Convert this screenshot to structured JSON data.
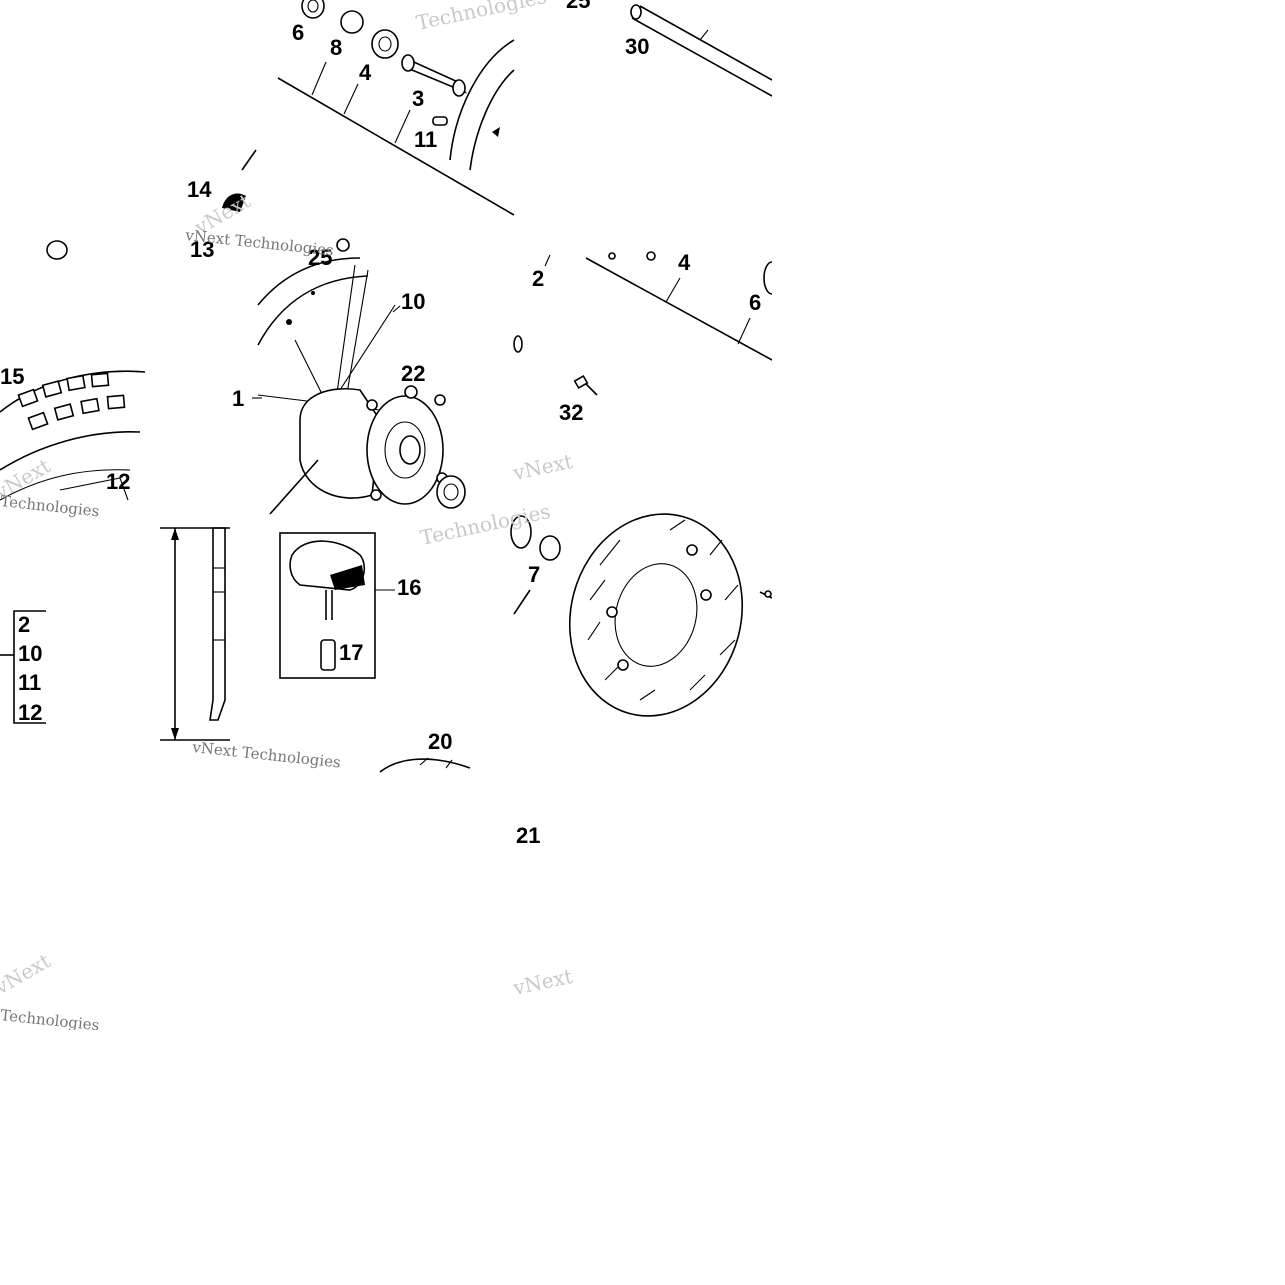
{
  "diagram": {
    "callouts": {
      "c1": "1",
      "c2": "2",
      "c3": "3",
      "c4": "4",
      "c6": "6",
      "c7": "7",
      "c8": "8",
      "c10": "10",
      "c11": "11",
      "c12": "12",
      "c13": "13",
      "c14": "14",
      "c15": "15",
      "c16": "16",
      "c17": "17",
      "c20": "20",
      "c21": "21",
      "c22": "22",
      "c25": "25",
      "c30": "30",
      "c32": "32"
    },
    "kit_list": [
      "2",
      "10",
      "11",
      "12"
    ],
    "watermarks": {
      "short": "vNext",
      "brand": "vNext Technologies",
      "fragment": "Technologies"
    }
  },
  "colors": {
    "line": "#000000",
    "background": "#ffffff",
    "watermark": "#c9c9c9"
  }
}
